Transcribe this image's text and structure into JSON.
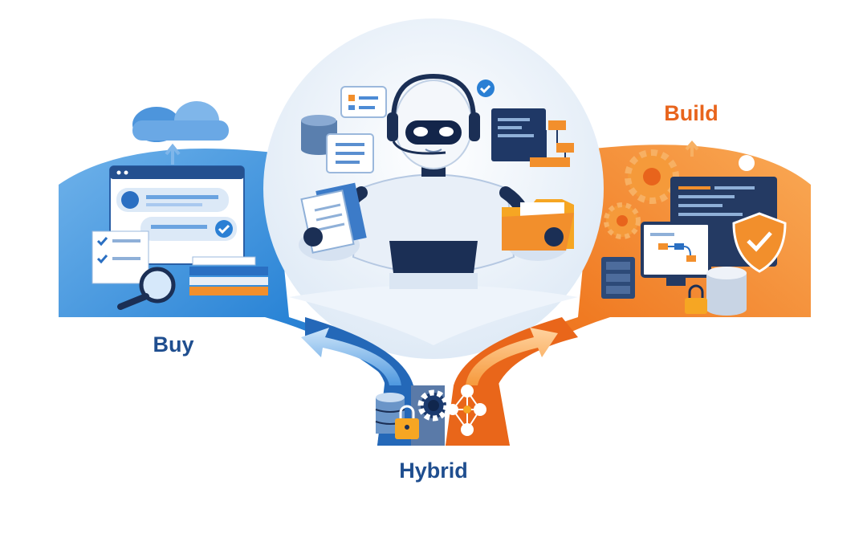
{
  "labels": {
    "buy": "Buy",
    "build": "Build",
    "hybrid": "Hybrid"
  },
  "colors": {
    "buy_blue": "#2a7fd4",
    "buy_dark": "#1f5fae",
    "build_orange": "#f07a22",
    "build_dark": "#e25f14",
    "label_blue": "#1f4e8f",
    "label_orange": "#e8641c",
    "navy": "#1b2f55",
    "gold": "#f6a623"
  },
  "icons": [
    "cloud-icon",
    "browser-window-icon",
    "chat-bubble-icon",
    "checklist-icon",
    "magnifier-icon",
    "books-icon",
    "robot-icon",
    "headset-icon",
    "database-icon",
    "document-icon",
    "folder-icon",
    "code-window-icon",
    "flowchart-icon",
    "gear-icon",
    "monitor-icon",
    "shield-check-icon",
    "server-rack-icon",
    "padlock-icon",
    "network-icon",
    "arrow-icon"
  ]
}
